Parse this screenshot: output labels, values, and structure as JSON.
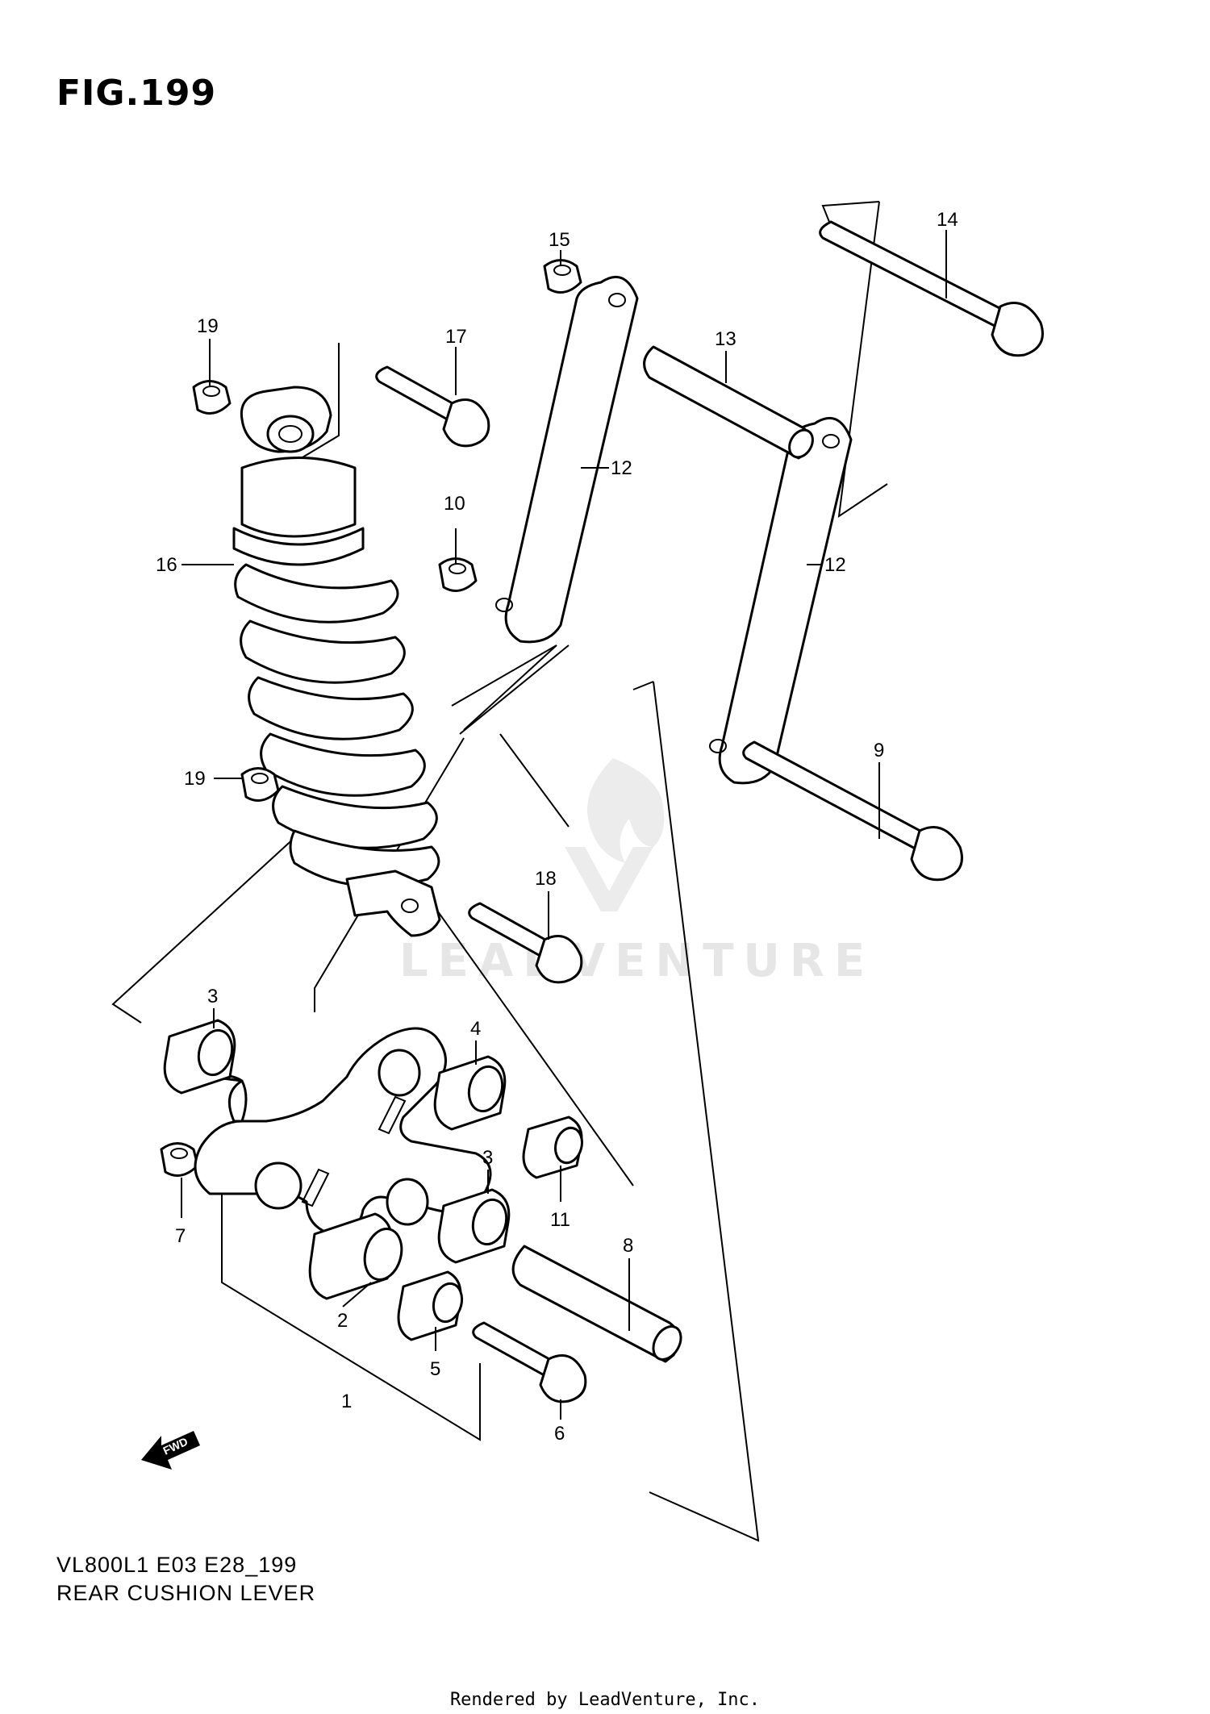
{
  "figure": {
    "title": "FIG.199",
    "model_code": "VL800L1 E03 E28_199",
    "section_name": "REAR CUSHION LEVER"
  },
  "watermark": {
    "text": "LEADVENTURE"
  },
  "footer": {
    "text": "Rendered by LeadVenture, Inc."
  },
  "fwd_arrow": {
    "label": "FWD"
  },
  "callouts": {
    "p1": "1",
    "p2": "2",
    "p3a": "3",
    "p3b": "3",
    "p4": "4",
    "p5": "5",
    "p6": "6",
    "p7": "7",
    "p8": "8",
    "p9": "9",
    "p10": "10",
    "p11": "11",
    "p12a": "12",
    "p12b": "12",
    "p13": "13",
    "p14": "14",
    "p15": "15",
    "p16": "16",
    "p17": "17",
    "p18": "18",
    "p19a": "19",
    "p19b": "19"
  }
}
